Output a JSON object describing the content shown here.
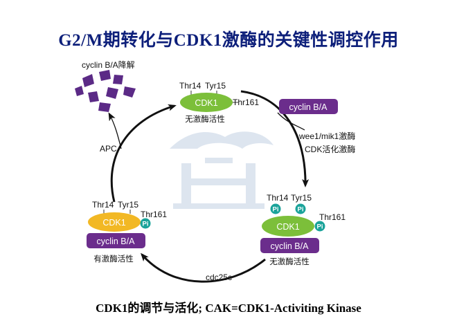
{
  "title": "G2/M期转化与CDK1激酶的关键性调控作用",
  "caption": "CDK1的调节与活化;   CAK=CDK1-Activiting Kinase",
  "colors": {
    "title": "#0d1f7a",
    "cdk1_inactive": "#7cbf3a",
    "cdk1_active": "#f2b824",
    "cyclin": "#6b2d8c",
    "phosphate": "#1aa39a",
    "arrow": "#111111",
    "watermark": "#dde5ef"
  },
  "diagram": {
    "degraded": {
      "label": "cyclin B/A降解"
    },
    "top": {
      "thr14": "Thr14",
      "tyr15": "Tyr15",
      "cdk1": "CDK1",
      "thr161": "Thr161",
      "status": "无激酶活性"
    },
    "cyclin_free": {
      "label": "cyclin B/A"
    },
    "kinases": {
      "line1": "wee1/mik1激酶",
      "line2": "CDK活化激酶"
    },
    "right": {
      "thr14": "Thr14",
      "tyr15": "Tyr15",
      "thr161": "Thr161",
      "pi": "Pi",
      "cdk1": "CDK1",
      "cyclin": "cyclin B/A",
      "status": "无激酶活性"
    },
    "left": {
      "thr14": "Thr14",
      "tyr15": "Tyr15",
      "thr161": "Thr161",
      "pi": "Pi",
      "cdk1": "CDK1",
      "cyclin": "cyclin B/A",
      "status": "有激酶活性"
    },
    "cdc25c": "cdc25c",
    "apc": "APC"
  },
  "icons": [
    "degraded-fragment-icon",
    "phosphate-icon",
    "arrowhead-icon",
    "watermark-logo-icon"
  ]
}
